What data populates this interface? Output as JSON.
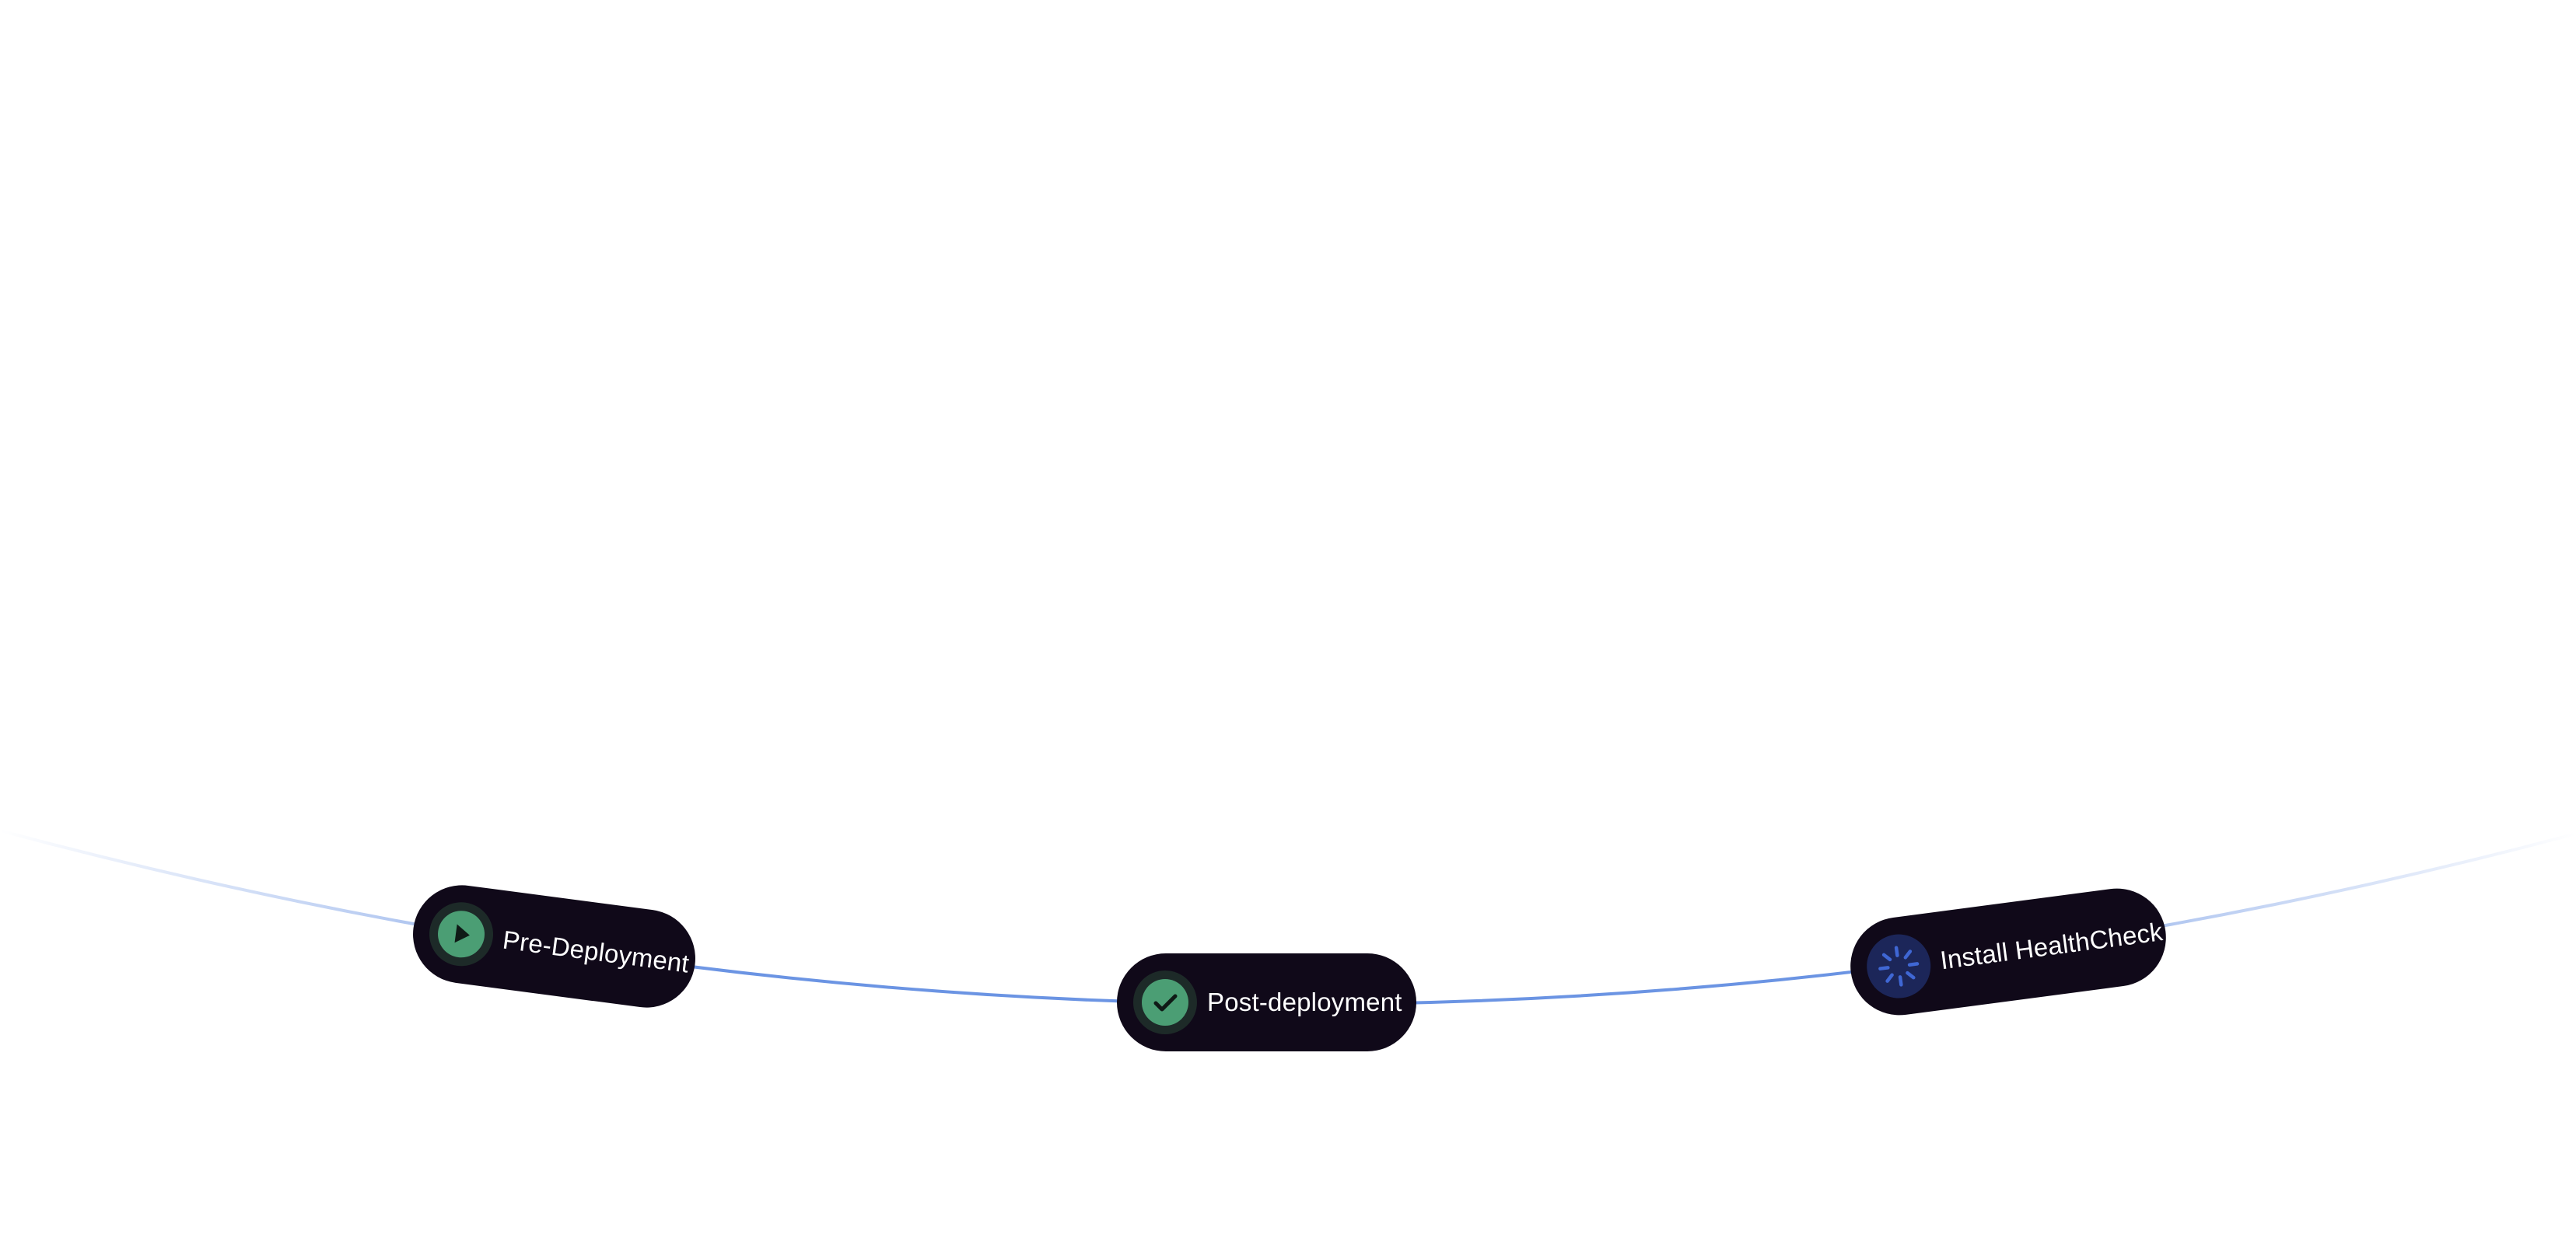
{
  "colors": {
    "pill_background": "#100919",
    "arc": "#6b94e3",
    "success": "#4b9e74",
    "success_ring": "#1d2a28",
    "in_progress": "#3f67d4",
    "in_progress_ring": "#1c2659",
    "label": "#ffffff"
  },
  "steps": [
    {
      "label": "Pre-Deployment",
      "status_icon": "play-icon"
    },
    {
      "label": "Post-deployment",
      "status_icon": "check-icon"
    },
    {
      "label": "Install HealthCheck",
      "status_icon": "spinner-icon"
    }
  ]
}
